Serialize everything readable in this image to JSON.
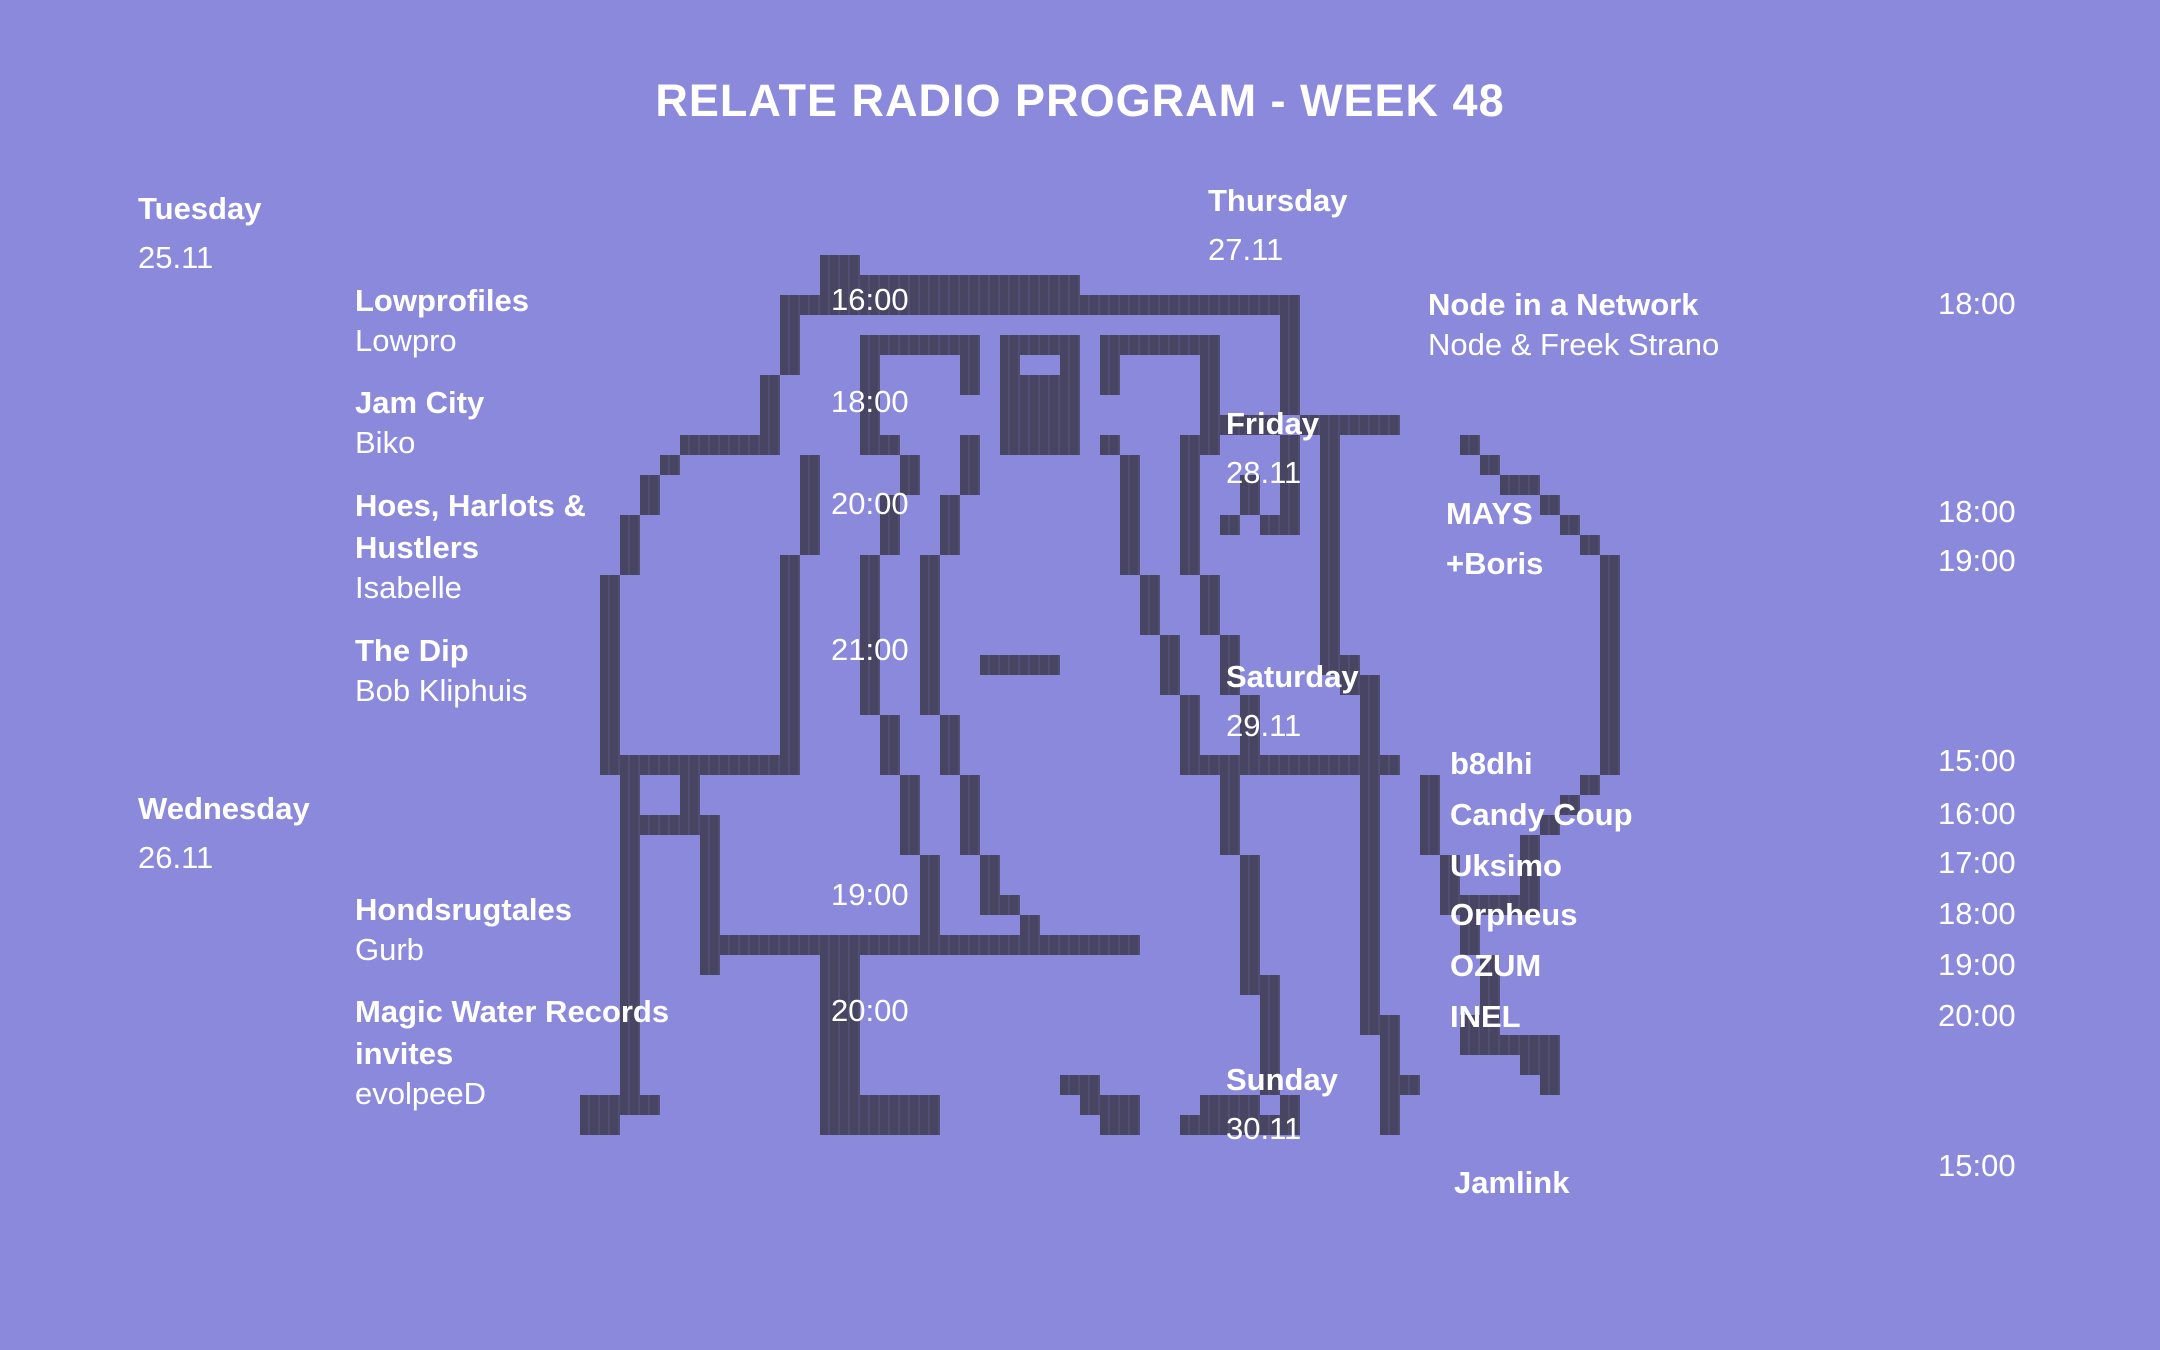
{
  "title": "RELATE RADIO PROGRAM - WEEK 48",
  "colors": {
    "background": "#8b89dc",
    "artwork": "#474562",
    "artwork_stripe": "#514e72",
    "text": "#ffffff"
  },
  "schedule": {
    "days": [
      {
        "name": "Tuesday",
        "date": "25.11",
        "shows": [
          {
            "name": "Lowprofiles",
            "artist": "Lowpro",
            "time": "16:00"
          },
          {
            "name": "Jam City",
            "artist": "Biko",
            "time": "18:00"
          },
          {
            "name": "Hoes, Harlots & Hustlers",
            "artist": "Isabelle",
            "time": "20:00"
          },
          {
            "name": "The Dip",
            "artist": "Bob Kliphuis",
            "time": "21:00"
          }
        ]
      },
      {
        "name": "Wednesday",
        "date": "26.11",
        "shows": [
          {
            "name": "Hondsrugtales",
            "artist": "Gurb",
            "time": "19:00"
          },
          {
            "name": "Magic Water Records invites",
            "artist": "evolpeeD",
            "time": "20:00"
          }
        ]
      },
      {
        "name": "Thursday",
        "date": "27.11",
        "shows": [
          {
            "name": "Node in a Network",
            "artist": "Node & Freek Strano",
            "time": "18:00"
          }
        ]
      },
      {
        "name": "Friday",
        "date": "28.11",
        "shows": [
          {
            "name": "MAYS",
            "artist": "",
            "time": "18:00"
          },
          {
            "name": "+Boris",
            "artist": "",
            "time": "19:00"
          }
        ]
      },
      {
        "name": "Saturday",
        "date": "29.11",
        "shows": [
          {
            "name": "b8dhi",
            "artist": "",
            "time": "15:00"
          },
          {
            "name": "Candy Coup",
            "artist": "",
            "time": "16:00"
          },
          {
            "name": "Uksimo",
            "artist": "",
            "time": "17:00"
          },
          {
            "name": "Orpheus",
            "artist": "",
            "time": "18:00"
          },
          {
            "name": "OZUM",
            "artist": "",
            "time": "19:00"
          },
          {
            "name": "INEL",
            "artist": "",
            "time": "20:00"
          }
        ]
      },
      {
        "name": "Sunday",
        "date": "30.11",
        "shows": [
          {
            "name": "Jamlink",
            "artist": "",
            "time": "15:00"
          }
        ]
      }
    ]
  },
  "artwork": {
    "name": "pixel-creature",
    "cell": 20,
    "bitmap": [
      ".............##......................................",
      ".............#############...........................",
      "...........##########################................",
      "...........#........................#...............",
      "...........#...######.####.######...#...............",
      "...........#...#....#.#..#.#....#...#...............",
      "..........#....#....#.####.#....#...#...............",
      "..........#....#......####......#...#...............",
      "..........#....#......####......####.#####...........",
      "......#####....##...#.####.#...##...#.#......#.......",
      ".....#......#....#..#.......#..#....#.#.......#......",
      "....#.......#....#..#.......#..#..#.#.#........##....",
      "....#.......#...#..#........#..#..#.#.#..........#...",
      "...#........#...#..#........#..#.#.##.#...........#..",
      "...#........#...#..#........#..#......#............#.",
      "...#.......#...#..#.........#..#......#.............#",
      "..#........#...#..#..........#..#.....#.............#",
      "..#........#...#..#..........#..#.....#.............#",
      "..#........#...#..#..........#..#.....#.............#",
      "..#........#...#..#...........#..#....#.............#",
      "..#........#...#..#..####.....#..#....##............#",
      "..#........#...#..#...........#..#.....##...........#",
      "..#........#...#..#............#..#.....#...........#",
      "..#........#....#..#...........#..#.....#...........#",
      "..#........#....#..#...........#..#.....#...........#",
      "..##########....#..#...........###########..........#.",
      "...#..#..........#..#............#......#..#.......#..",
      "...#..#..........#..#............#......#..#......#...",
      "...#####.........#..#............#......#..#.....#....",
      "...#...#.........#..#............#......#..#....#.....",
      "...#...#..........#..#............#.....#...#...#.....",
      "...#...#..........#..#............#.....#...#...#.....",
      "...#...#..........#..##...........#.....#...#####.....",
      "...#...#..........#....#..........#.....#....#........",
      "...#...######################.....#.....#....#........",
      "...#...#.....##...................#.....#.....#.......",
      "...#.........##...................##....#.....#.......",
      "...#.........##....................#....#.....#.......",
      "...#.........##....................#....##...##.......",
      "...#.........##....................#.....#...#####....",
      "...#.........##....................#.....#......##....",
      "...#.........##..........##........#.....##......#....",
      ".####........######.......###...###.#....#...........",
      ".##..........######........##..######....#...........",
      "....................................................."
    ]
  }
}
